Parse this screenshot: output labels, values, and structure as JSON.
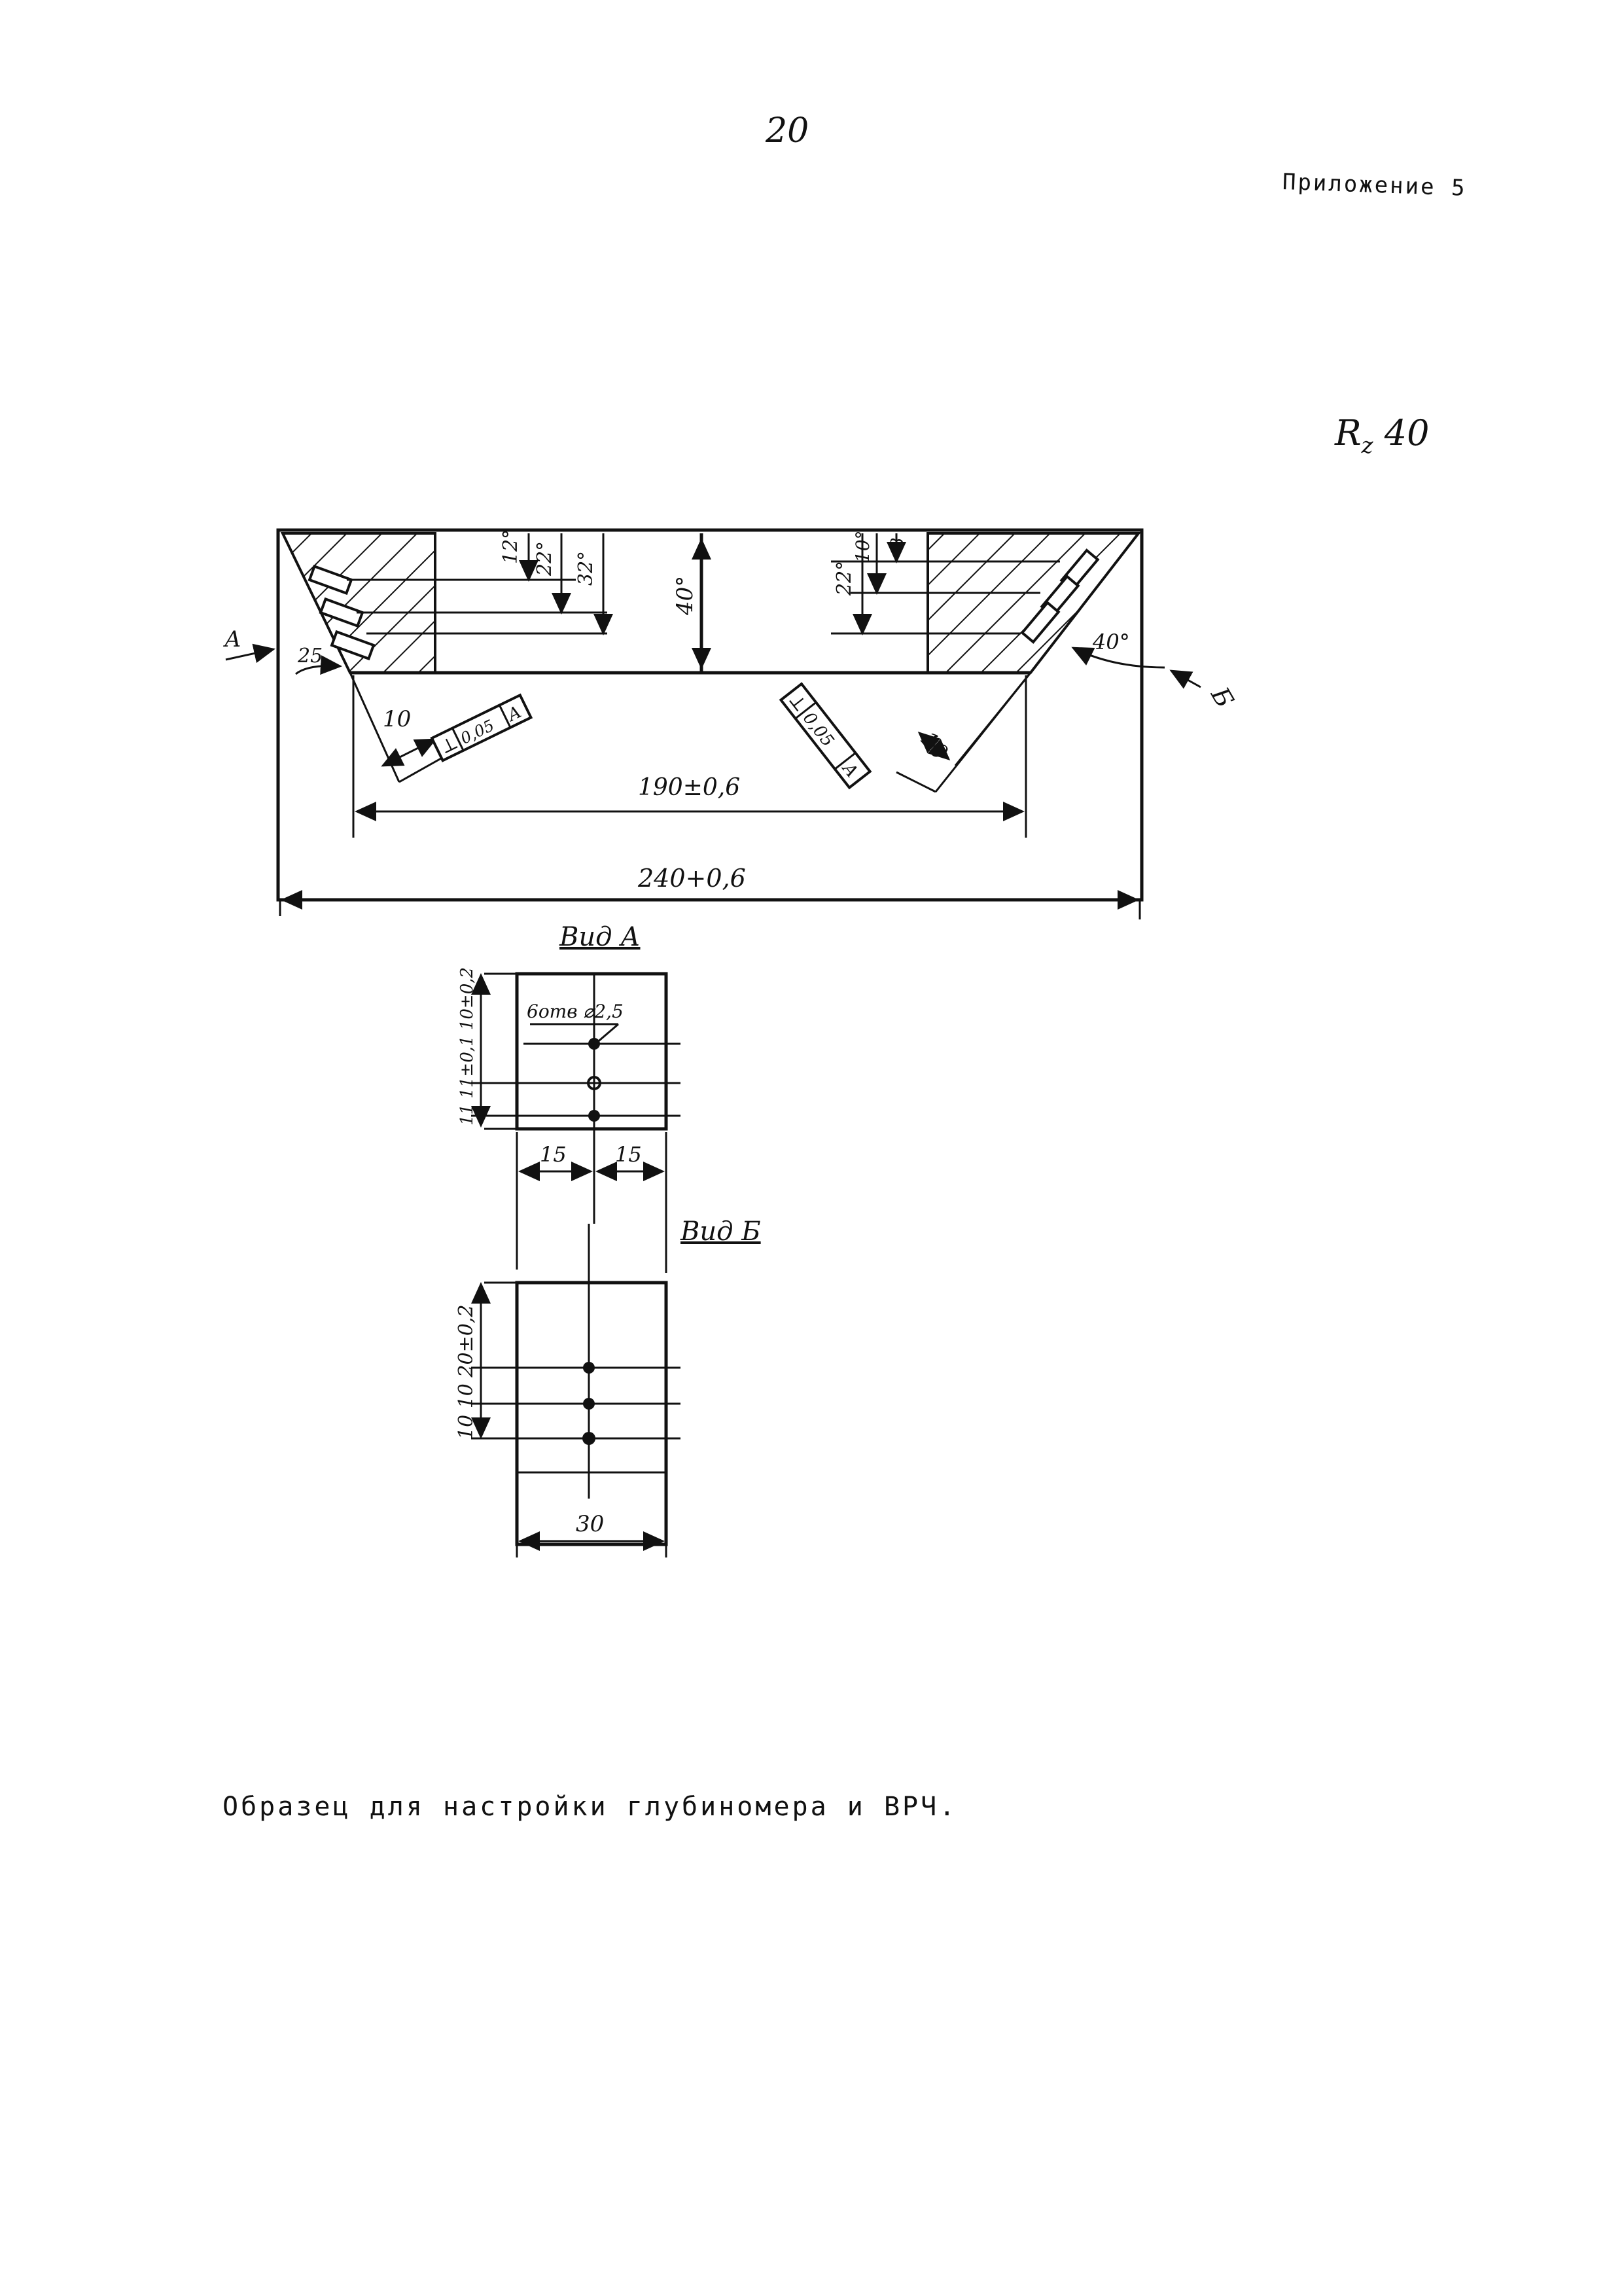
{
  "header": {
    "page_number": "20",
    "appendix_label": "Приложение 5"
  },
  "roughness": {
    "symbol": "R",
    "subscript": "z",
    "value": "40"
  },
  "main_view": {
    "view_marker_a": "А",
    "view_marker_b": "Б",
    "angle_left": "25",
    "angle_right": "40°",
    "depth_dims_left": [
      "12°",
      "22°",
      "32°"
    ],
    "depth_dim_center": "40°",
    "depth_dims_right": [
      "22°",
      "10°",
      "8"
    ],
    "hole_length_left": "10",
    "hole_length_right": "10",
    "tolerance_left": [
      "⊥",
      "0,05",
      "А"
    ],
    "tolerance_right": [
      "⊥",
      "0,05",
      "А"
    ],
    "bottom_width": "190±0,6",
    "overall_width": "240+0,6"
  },
  "view_a": {
    "title": "Вид А",
    "hole_note": "6отв ⌀2,5",
    "side_dims": "11 11±0,1 10±0,2",
    "width_left": "15",
    "width_right": "15"
  },
  "view_b": {
    "title": "Вид Б",
    "side_dims": "10 10 20±0,2",
    "width": "30"
  },
  "caption": "Образец для настройки глубиномера и ВРЧ."
}
